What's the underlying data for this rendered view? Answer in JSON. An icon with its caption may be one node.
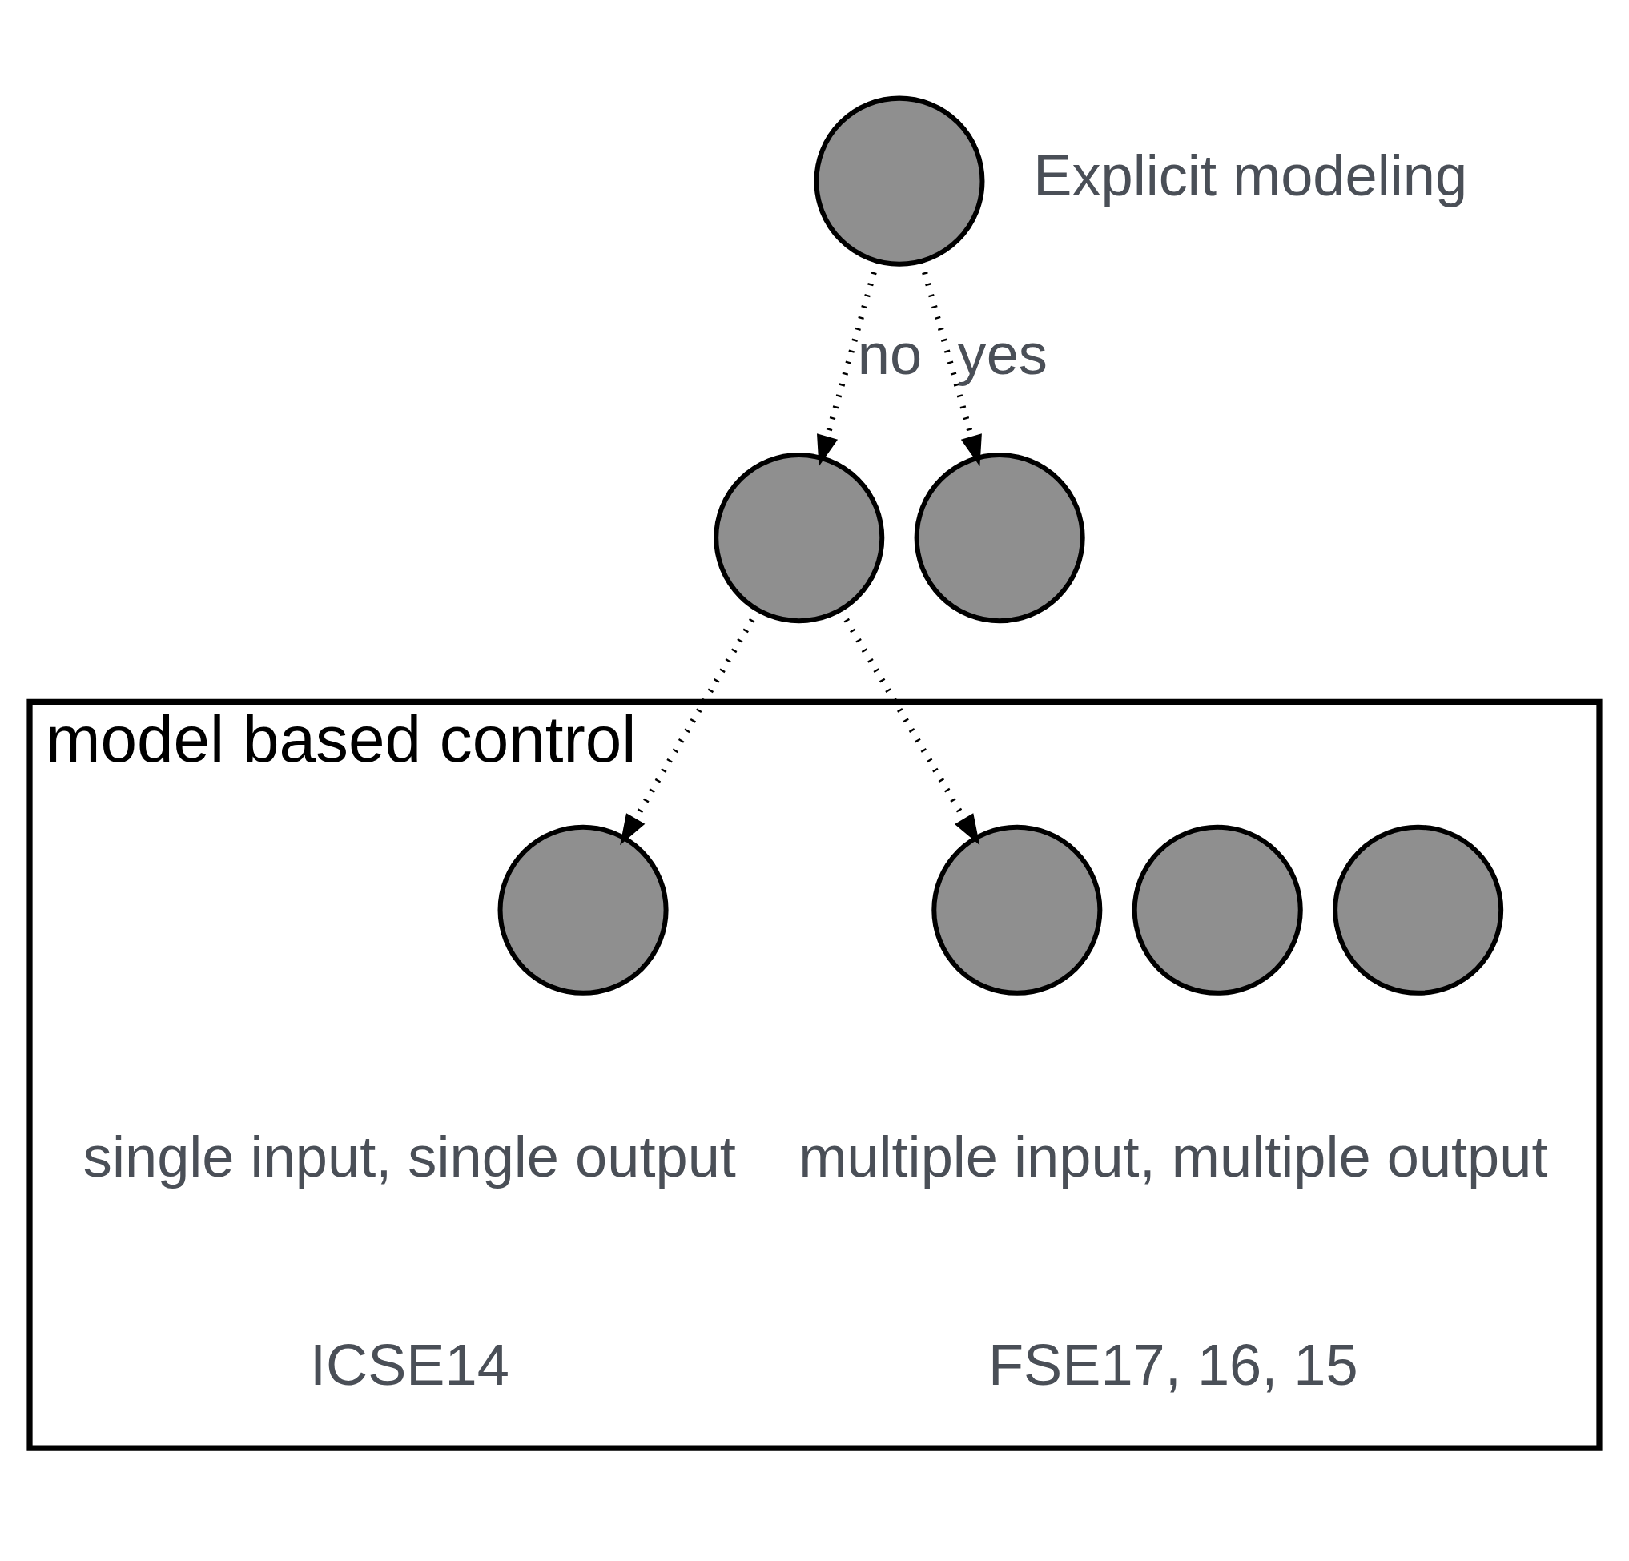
{
  "diagram": {
    "nodes": [
      {
        "text": [],
        "shape": "circle",
        "beside": [
          "Explicit modeling"
        ]
      },
      {
        "text": [],
        "shape": "circle"
      },
      {
        "text": [],
        "shape": "circle"
      },
      {
        "text": [
          "model based control"
        ]
      },
      {
        "text": [],
        "shape": "circle",
        "in": 3,
        "beside": [
          "single input, single output",
          "ICSE14"
        ]
      },
      {
        "text": [],
        "shape": "circle",
        "in": 3,
        "beside": [
          "multiple input, multiple output",
          "FSE17, 16, 15"
        ]
      },
      {
        "text": [],
        "shape": "circle",
        "in": 3
      },
      {
        "text": [],
        "shape": "circle",
        "in": 3
      }
    ],
    "edges": [
      {
        "from": 0,
        "to": 1,
        "arrow": "to",
        "label": "no"
      },
      {
        "from": 0,
        "to": 2,
        "arrow": "to",
        "label": "yes"
      },
      {
        "from": 1,
        "to": 4,
        "arrow": "to"
      },
      {
        "from": 1,
        "to": 5,
        "arrow": "to"
      }
    ]
  }
}
